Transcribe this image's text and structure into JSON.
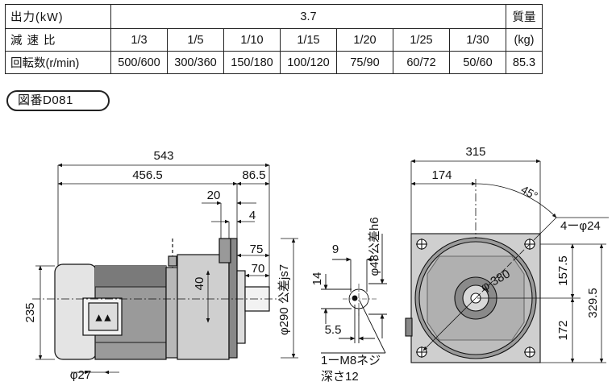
{
  "spec_table": {
    "output_label": "出力(kW)",
    "output_value": "3.7",
    "mass_header": "質量",
    "mass_unit": "(kg)",
    "mass_value": "85.3",
    "ratio_label": "減 速 比",
    "speed_label": "回転数(r/min)",
    "ratios": [
      "1/3",
      "1/5",
      "1/10",
      "1/15",
      "1/20",
      "1/25",
      "1/30"
    ],
    "speeds": [
      "500/600",
      "300/360",
      "150/180",
      "100/120",
      "75/90",
      "60/72",
      "50/60"
    ]
  },
  "figure_number": "図番D081",
  "dimensions": {
    "overall_length": "543",
    "motor_length": "456.5",
    "flange_offset": "86.5",
    "d20": "20",
    "d4": "4",
    "d75": "75",
    "d70": "70",
    "d40": "40",
    "d235": "235",
    "phi27": "φ27",
    "pilot_diameter": "φ290 公差js7",
    "shaft_diameter": "φ48公差h6",
    "key_width": "9",
    "key_height": "14",
    "d5_5": "5.5",
    "tap_note_1": "1ーM8ネジ",
    "tap_note_2": "深さ12",
    "width_315": "315",
    "d174": "174",
    "angle_45": "45°",
    "holes": "4ーφ24",
    "pcd": "φ 380",
    "d157_5": "157.5",
    "d329_5": "329.5",
    "d172": "172"
  }
}
